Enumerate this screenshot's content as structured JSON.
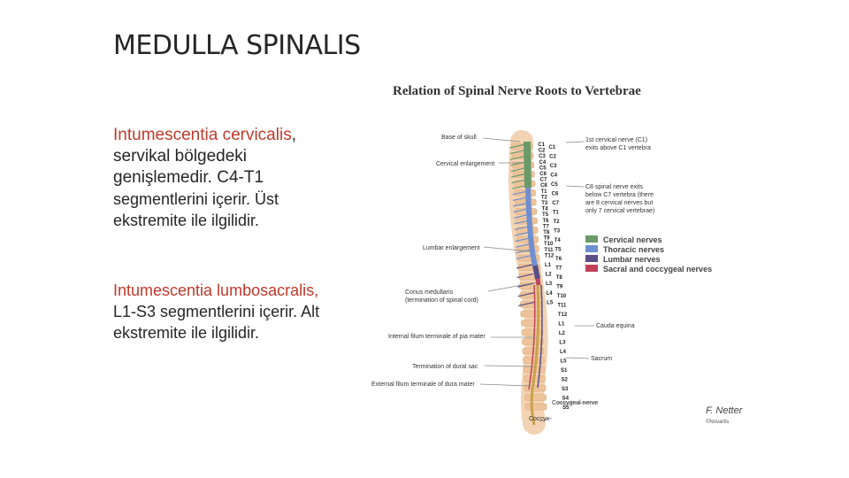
{
  "slide": {
    "title": "MEDULLA SPINALIS"
  },
  "text_block_1": {
    "line1_red": "Intumescentia cervicalis",
    "line1_rest": ",",
    "line2": "servikal bölgedeki",
    "line3": "genişlemedir. C4-T1",
    "line4": "segmentlerini içerir. Üst",
    "line5": "ekstremite ile ilgilidir."
  },
  "text_block_2": {
    "line1_red": "Intumescentia lumbosacralis,",
    "line2": "L1-S3 segmentlerini içerir. Alt",
    "line3": "ekstremite ile ilgilidir."
  },
  "figure": {
    "title": "Relation of Spinal Nerve Roots to Vertebrae",
    "left_labels": {
      "base_of_skull": "Base of skull",
      "cervical_enlargement": "Cervical enlargement",
      "lumbar_enlargement": "Lumbar enlargement",
      "conus_medullaris_1": "Conus medullaris",
      "conus_medullaris_2": "(termination of spinal cord)",
      "internal_filum": "Internal filum terminale of pia mater",
      "termination_dural": "Termination of dural sac",
      "external_filum": "External filum terminale of dura mater"
    },
    "right_labels": {
      "c1_note_1": "1st cervical nerve (C1)",
      "c1_note_2": "exits above C1 vertebra",
      "c8_note_1": "C8 spinal nerve exits",
      "c8_note_2": "below C7 vertebra (there",
      "c8_note_3": "are 8 cervical nerves but",
      "c8_note_4": "only 7 cervical vertebrae)",
      "cauda_equina": "Cauda equina",
      "sacrum": "Sacrum",
      "coccygeal_nerve": "Coccygeal nerve",
      "coccyx": "Coccyx"
    },
    "legend": [
      {
        "label": "Cervical nerves",
        "color": "#6a9a6a"
      },
      {
        "label": "Thoracic nerves",
        "color": "#6f8fd0"
      },
      {
        "label": "Lumbar nerves",
        "color": "#5a4e86"
      },
      {
        "label": "Sacral and coccygeal nerves",
        "color": "#c0425a"
      }
    ],
    "nerve_labels": [
      "C1",
      "C2",
      "C3",
      "C4",
      "C5",
      "C6",
      "C7",
      "C8",
      "T1",
      "T2",
      "T3",
      "T4",
      "T5",
      "T6",
      "T7",
      "T8",
      "T9",
      "T10",
      "T11",
      "T12",
      "L1",
      "L2",
      "L3",
      "L4",
      "L5"
    ],
    "vertebra_labels": [
      "C1",
      "C2",
      "C3",
      "C4",
      "C5",
      "C6",
      "C7",
      "T1",
      "T2",
      "T3",
      "T4",
      "T5",
      "T6",
      "T7",
      "T8",
      "T9",
      "T10",
      "T11",
      "T12",
      "L1",
      "L2",
      "L3",
      "L4",
      "L5",
      "S1",
      "S2",
      "S3",
      "S4",
      "S5"
    ],
    "signature": "F. Netter",
    "credit": "©Novartis"
  }
}
